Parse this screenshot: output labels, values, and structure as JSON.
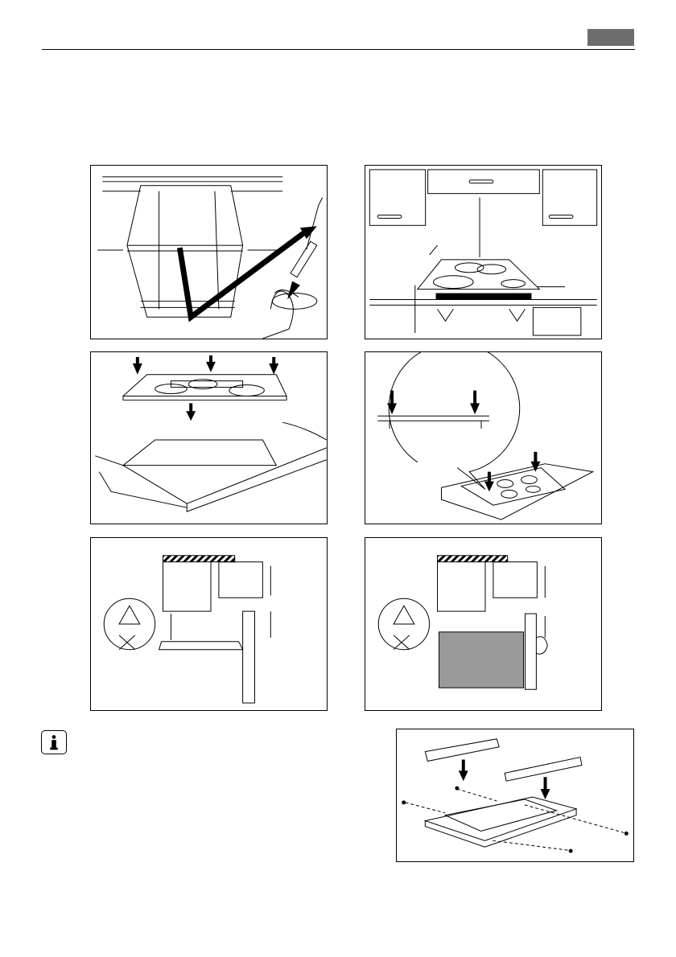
{
  "page": {
    "header": {
      "language_tab_color": "#6d6d6d"
    },
    "icons": {
      "info": "info-icon",
      "warning": "warning-triangle-icon",
      "screwdriver": "screwdriver-icon"
    },
    "figures": [
      {
        "id": "cabinet-cutout-cleaning",
        "icon": "vacuum-cleaner-icon"
      },
      {
        "id": "clearance-distances",
        "icon": "dimension-arrows-icon"
      },
      {
        "id": "hob-seal-placement",
        "icon": "down-arrow-icon"
      },
      {
        "id": "hob-pressing-detail",
        "icon": "magnifier-icon"
      },
      {
        "id": "drawer-below-clearance",
        "icon": "warning-triangle-icon"
      },
      {
        "id": "oven-below-clearance",
        "icon": "warning-triangle-icon"
      },
      {
        "id": "mounting-brackets",
        "icon": "screw-icon"
      }
    ]
  }
}
